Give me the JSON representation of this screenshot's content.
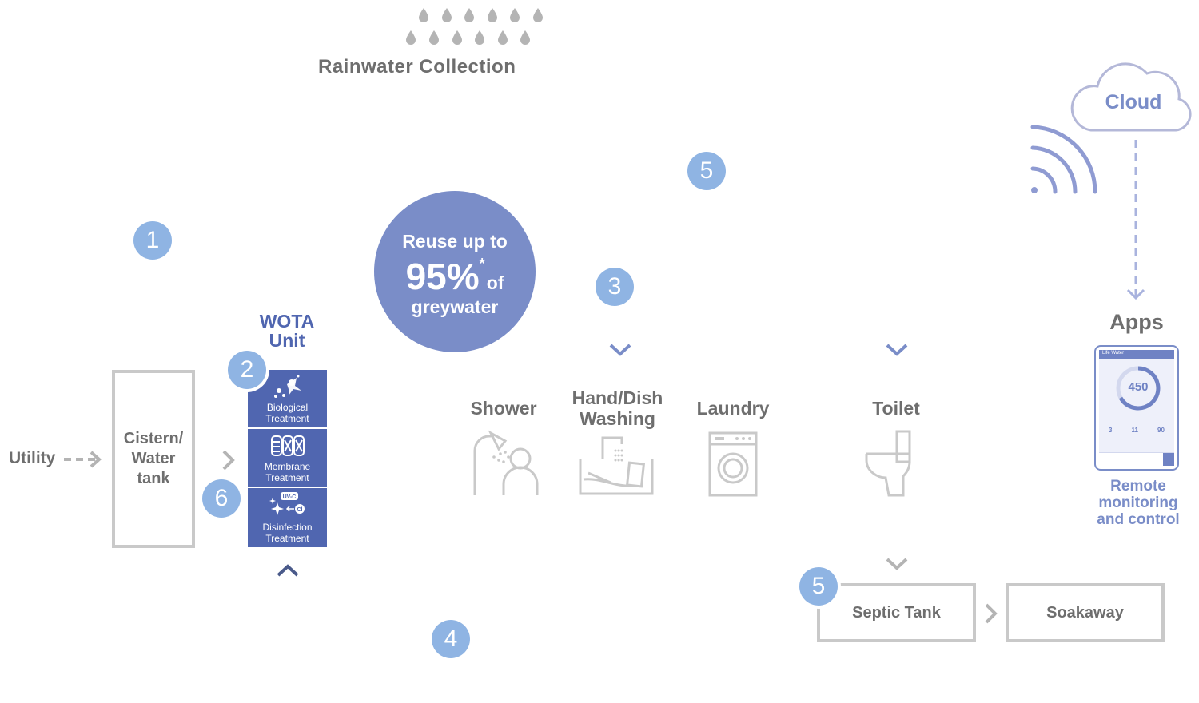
{
  "rainwater": {
    "label": "Rainwater Collection"
  },
  "utility": {
    "label": "Utility"
  },
  "cistern": {
    "label_line1": "Cistern/",
    "label_line2": "Water",
    "label_line3": "tank"
  },
  "wota": {
    "title_line1": "WOTA",
    "title_line2": "Unit",
    "stages": [
      {
        "line1": "Biological",
        "line2": "Treatment",
        "icon": "bio-icon"
      },
      {
        "line1": "Membrane",
        "line2": "Treatment",
        "icon": "membrane-icon"
      },
      {
        "line1": "Disinfection",
        "line2": "Treatment",
        "icon": "uvc-icon",
        "tag": "UV-C",
        "ion": "Cl"
      }
    ]
  },
  "reuse": {
    "line1": "Reuse up to",
    "percent": "95%",
    "asterisk": "*",
    "of": "of",
    "line3": "greywater"
  },
  "badges": {
    "b1": "1",
    "b2": "2",
    "b3": "3",
    "b4": "4",
    "b5_top": "5",
    "b5_septic": "5",
    "b6": "6"
  },
  "fixtures": {
    "shower": "Shower",
    "hand_line1": "Hand/Dish",
    "hand_line2": "Washing",
    "laundry": "Laundry",
    "toilet": "Toilet"
  },
  "septic": {
    "label": "Septic Tank"
  },
  "soakaway": {
    "label": "Soakaway"
  },
  "cloud": {
    "label": "Cloud"
  },
  "apps": {
    "label": "Apps",
    "caption_line1": "Remote",
    "caption_line2": "monitoring",
    "caption_line3": "and control",
    "screen": {
      "brand": "Life Water",
      "main_value": "450",
      "stats": [
        "3",
        "11",
        "90"
      ]
    }
  },
  "colors": {
    "badge": "#8fb4e3",
    "wota": "#5066b0",
    "reuse_circle": "#7a8dc8",
    "accent": "#8f9bd2",
    "gray_text": "#6e6e6e",
    "box_border": "#c9c9c9"
  }
}
